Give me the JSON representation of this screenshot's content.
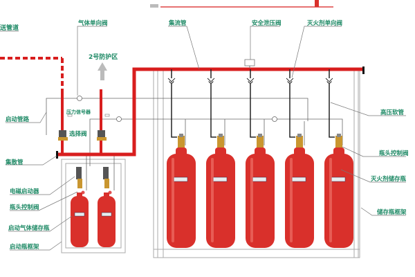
{
  "title": "气体灭火系统组成示意图",
  "colors": {
    "pipe": "#d81e1e",
    "label": "#1f8a66",
    "cylinder": "#d9302b",
    "arrow": "#bbbbbb"
  },
  "labels": {
    "delivery_pipe": "送管道",
    "gas_check_valve": "气体单向阀",
    "manifold": "集流管",
    "safety_relief_valve": "安全泄压阀",
    "agent_check_valve": "灭火剂单向阀",
    "zone": "2号防护区",
    "pressure_switch": "压力信号器",
    "start_pipeline": "启动管路",
    "selector_valve": "选择阀",
    "collector_pipe": "集散管",
    "solenoid_actuator": "电磁启动器",
    "cylinder_valve_left": "瓶头控制阀",
    "start_gas_cylinder": "启动气体储存瓶",
    "start_cylinder_rack": "启动瓶框架",
    "high_pressure_hose": "高压软管",
    "cylinder_valve_right": "瓶头控制阀",
    "agent_cylinder": "灭火剂储存瓶",
    "storage_rack": "储存瓶框架"
  },
  "agent_cylinder_count": 5,
  "start_cylinder_count": 2
}
